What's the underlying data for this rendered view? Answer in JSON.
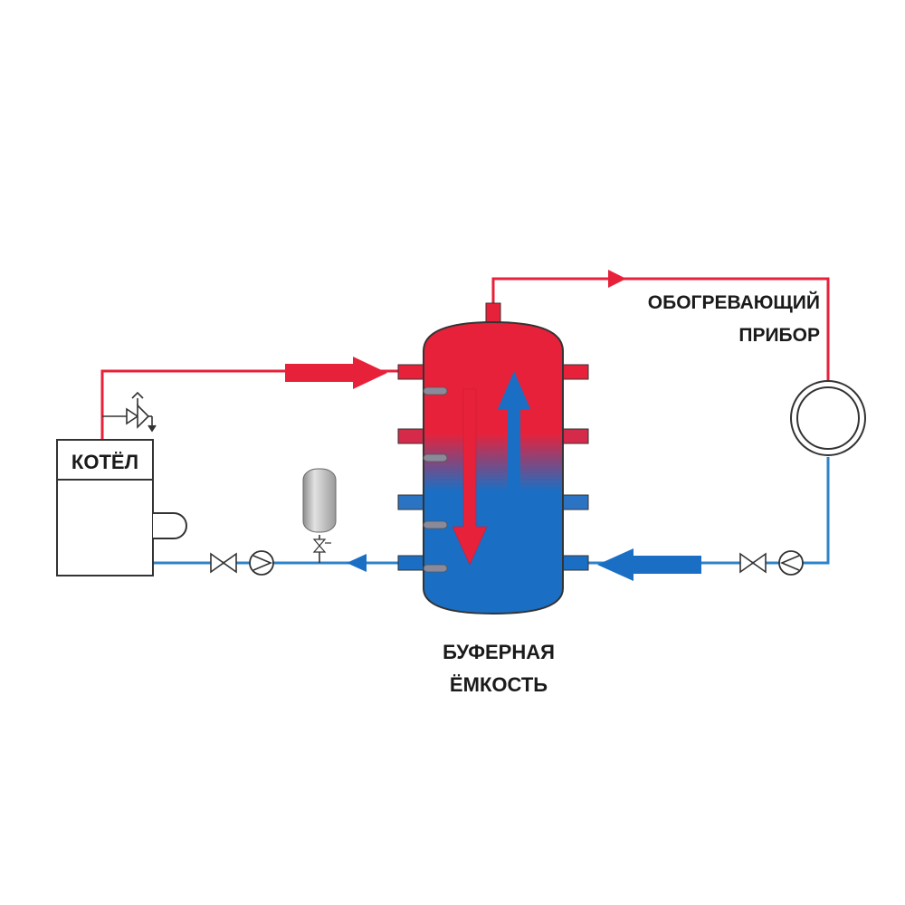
{
  "labels": {
    "boiler": "КОТЁЛ",
    "heater_line1": "ОБОГРЕВАЮЩИЙ",
    "heater_line2": "ПРИБОР",
    "tank_line1": "БУФЕРНАЯ",
    "tank_line2": "ЁМКОСТЬ"
  },
  "colors": {
    "hot": "#e8213a",
    "cold": "#1a6fc4",
    "hot_pipe": "#e8213a",
    "cold_pipe": "#2d83c9",
    "outline": "#333333",
    "boiler_fill": "#ffffff"
  },
  "icons": {
    "pump": "pump-icon",
    "valve": "valve-icon",
    "safety_valve": "safety-valve-icon",
    "expansion_tank": "expansion-tank-icon",
    "radiator": "radiator-icon"
  }
}
